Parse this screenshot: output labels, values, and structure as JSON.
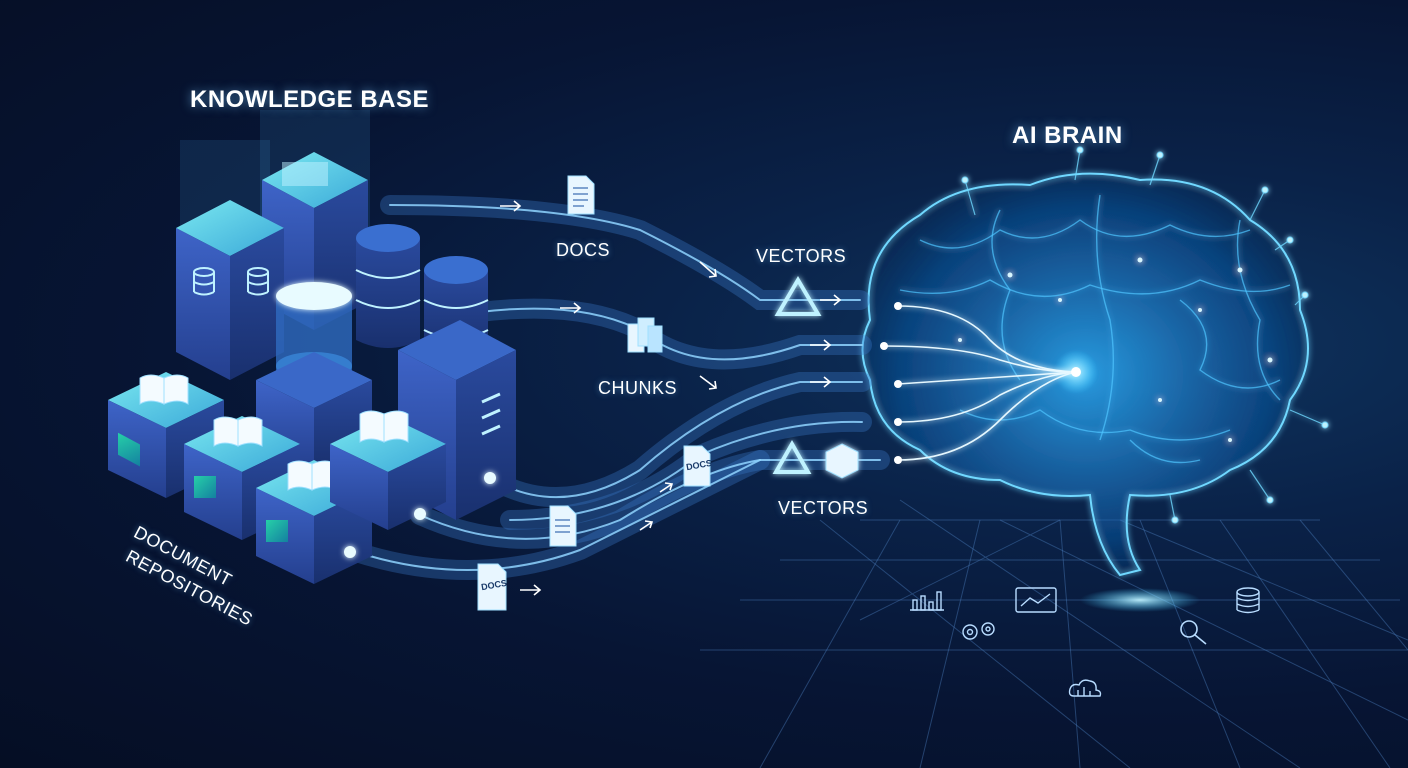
{
  "labels": {
    "knowledge_base": "KNOWLEDGE BASE",
    "ai_brain": "AI BRAIN",
    "docs": "DOCS",
    "chunks": "CHUNKS",
    "vectors_top": "VECTORS",
    "vectors_bottom": "VECTORS",
    "document_repositories_line1": "DOCUMENT",
    "document_repositories_line2": "REPOSITORIES",
    "doc_icon_a": "DOCS",
    "doc_icon_b": "DOCS"
  },
  "colors": {
    "background": "#071534",
    "cube_top": "#5fd4e8",
    "cube_side": "#2a4fa0",
    "cube_green": "#1fb59a",
    "pipe": "#7fc8ff",
    "brain": "#35c8ff",
    "glow": "#bff2ff"
  },
  "grid_icons": [
    "bar-chart-icon",
    "line-chart-icon",
    "gears-icon",
    "database-icon",
    "search-icon",
    "cloud-icon"
  ]
}
